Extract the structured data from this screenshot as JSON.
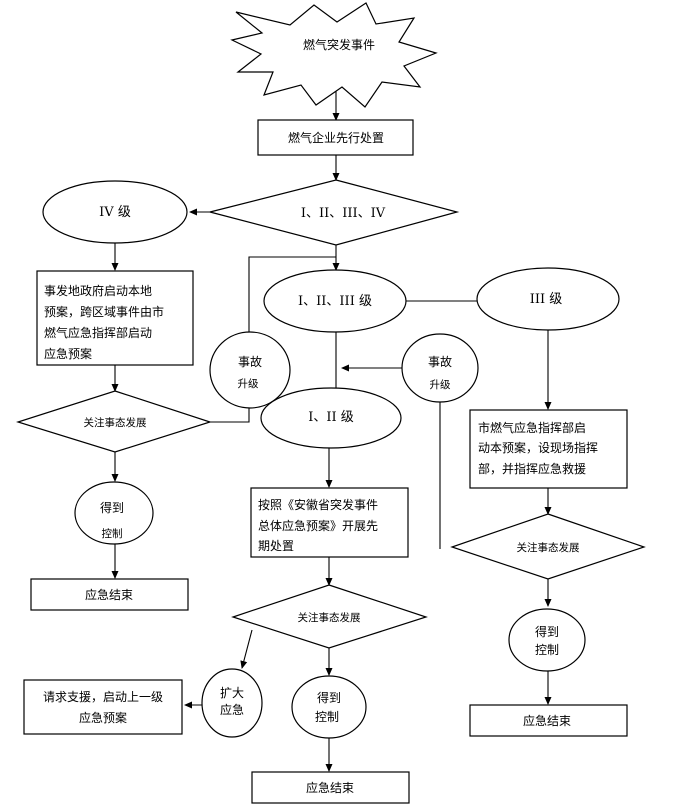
{
  "nodes": {
    "start": "燃气突发事件",
    "enterprise": "燃气企业先行处置",
    "decision_all": "I、II、III、IV",
    "level_iv": "IV 级",
    "local_gov": [
      "事发地政府启动本地",
      "预案，跨区域事件由市",
      "燃气应急指挥部启动",
      "应急预案"
    ],
    "watch_left": "关注事态发展",
    "escalate_left": [
      "事故",
      "升级"
    ],
    "controlled_left": [
      "得到",
      "控制"
    ],
    "end_left": "应急结束",
    "level_i_ii_iii": "I、II、III 级",
    "level_iii": "III 级",
    "escalate_mid": [
      "事故",
      "升级"
    ],
    "level_i_ii": "I、II 级",
    "province_plan": [
      "按照《安徽省突发事件",
      "总体应急预案》开展先",
      "期处置"
    ],
    "watch_mid": "关注事态发展",
    "expand": [
      "扩大",
      "应急"
    ],
    "request_support": [
      "请求支援，启动上一级",
      "应急预案"
    ],
    "controlled_mid": [
      "得到",
      "控制"
    ],
    "end_mid": "应急结束",
    "city_hq": [
      "市燃气应急指挥部启",
      "动本预案，设现场指挥",
      "部，并指挥应急救援"
    ],
    "watch_right": "关注事态发展",
    "controlled_right": [
      "得到",
      "控制"
    ],
    "end_right": "应急结束"
  }
}
